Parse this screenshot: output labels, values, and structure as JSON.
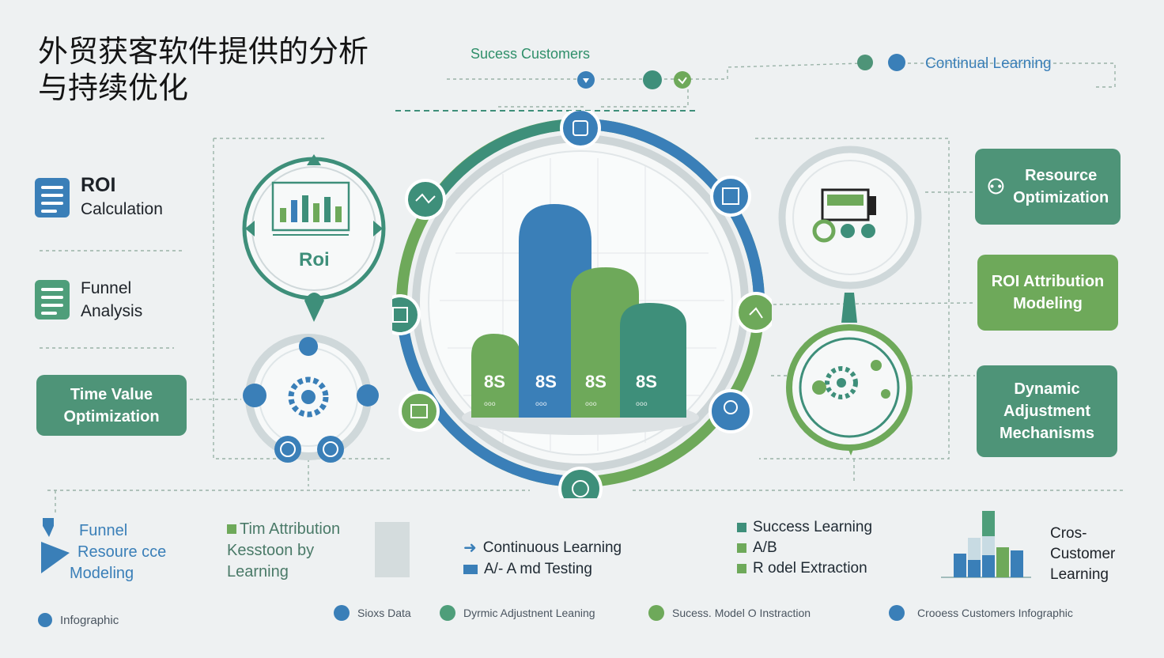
{
  "header": {
    "title_line1": "外贸获客软件提供的分析",
    "title_line2": "与持续优化",
    "top_center_label": "Sucess Customers",
    "top_right_label": "Continual Learning"
  },
  "left_panel": {
    "roi_title": "ROI",
    "roi_sub": "Calculation",
    "funnel_line1": "Funnel",
    "funnel_line2": "Analysis",
    "time_value_line1": "Time Value",
    "time_value_line2": "Optimization"
  },
  "center": {
    "roi_circle_label": "Roi",
    "bar_labels": [
      "8S",
      "8S",
      "8S",
      "8S"
    ],
    "bar_sublabels": [
      "ooo",
      "ooo",
      "ooo",
      "ooo"
    ]
  },
  "right_panel": {
    "resource_line1": "Resource",
    "resource_line2": "Optimization",
    "roi_attr_line1": "ROI Attribution",
    "roi_attr_line2": "Modeling",
    "dynamic_line1": "Dynamic",
    "dynamic_line2": "Adjustment",
    "dynamic_line3": "Mechanisms"
  },
  "bottom": {
    "funnel_line1": "Funnel",
    "funnel_line2": "Resoure cce",
    "funnel_line3": "Modeling",
    "tim_line1": "Tim Attribution",
    "tim_line2": "Kesstoon by",
    "tim_line3": "Learning",
    "cl_line1": "Continuous Learning",
    "cl_line2": "A/- A md Testing",
    "success_line1": "Success Learning",
    "success_line2": "A/B",
    "success_line3": "R odel Extraction",
    "cross_line1": "Cros-",
    "cross_line2": "Customer",
    "cross_line3": "Learning"
  },
  "footer": {
    "brand": "Infographic",
    "items": [
      "Sioxs Data",
      "Dyrmic Adjustnent Leaning",
      "Sucess. Model O Instraction",
      "Crooess Customers Infographic"
    ]
  },
  "colors": {
    "primary_green": "#4e9478",
    "light_green": "#6ea95a",
    "primary_blue": "#3a7fb8",
    "teal": "#3e8f7a",
    "background": "#eef1f2"
  },
  "icons": [
    "document-list-icon",
    "funnel-icon",
    "gear-icon",
    "chart-icon",
    "target-icon",
    "megaphone-icon",
    "people-icon",
    "device-icon"
  ]
}
